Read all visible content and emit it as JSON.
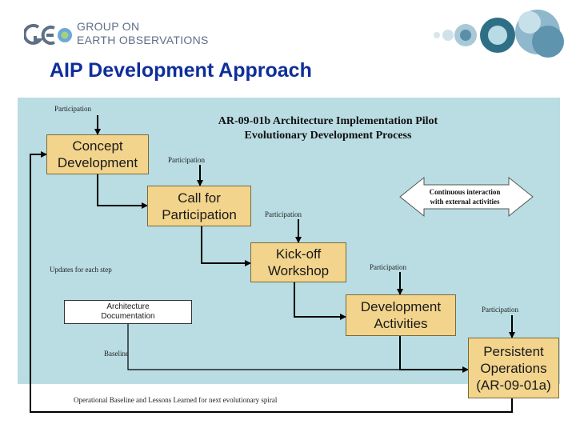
{
  "header": {
    "logo_line1": "GROUP ON",
    "logo_line2": "EARTH OBSERVATIONS",
    "title": "AIP Development Approach"
  },
  "diagram": {
    "heading_line1": "AR-09-01b Architecture Implementation Pilot",
    "heading_line2": "Evolutionary Development Process",
    "participation_label": "Participation",
    "boxes": {
      "concept_line1": "Concept",
      "concept_line2": "Development",
      "cfp_line1": "Call for",
      "cfp_line2": "Participation",
      "kickoff_line1": "Kick-off",
      "kickoff_line2": "Workshop",
      "dev_line1": "Development",
      "dev_line2": "Activities",
      "ops_line1": "Persistent",
      "ops_line2": "Operations",
      "ops_line3": "(AR-09-01a)",
      "arch_line1": "Architecture",
      "arch_line2": "Documentation"
    },
    "interaction_line1": "Continuous interaction",
    "interaction_line2": "with external activities",
    "updates_label": "Updates for each step",
    "baseline_label": "Baseline",
    "feedback_label": "Operational Baseline and Lessons Learned for next evolutionary spiral"
  },
  "colors": {
    "title": "#0f2e9a",
    "panel": "#b9dde3",
    "box_fill": "#f2d48c",
    "arrow_fill": "#ffffff"
  }
}
